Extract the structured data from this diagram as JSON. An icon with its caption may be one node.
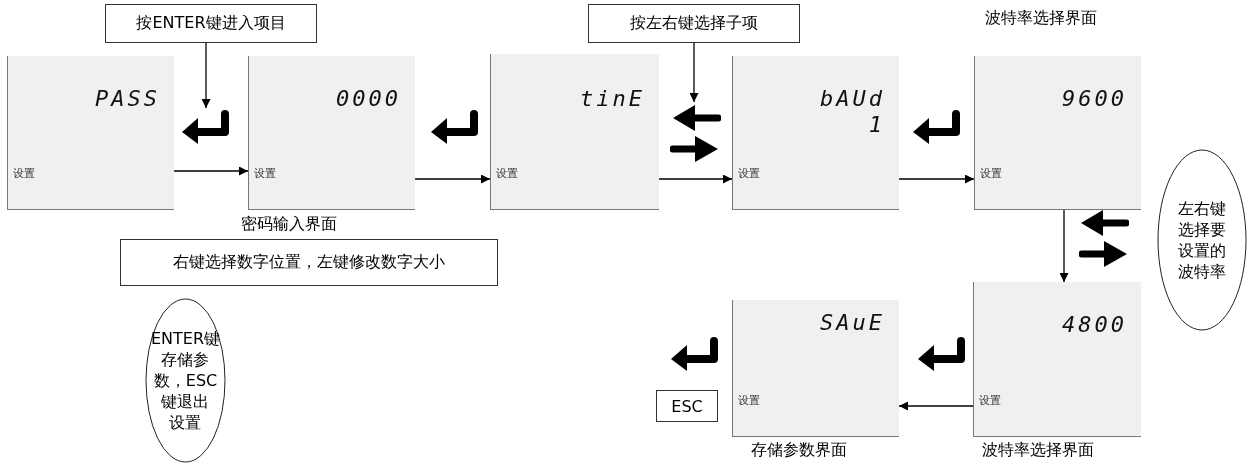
{
  "diagram": {
    "nodes": [
      {
        "text": [
          "PASS",
          "设置"
        ]
      },
      {
        "text": [
          "0000",
          "设置"
        ],
        "beside": [
          "密码输入界面"
        ]
      },
      {
        "text": [
          "tinE",
          "设置"
        ]
      },
      {
        "text": [
          "bAUd",
          "1",
          "设置"
        ]
      },
      {
        "text": [
          "9600",
          "设置"
        ],
        "beside": [
          "波特率选择界面"
        ]
      },
      {
        "text": [
          "4800",
          "设置"
        ],
        "beside": [
          "波特率选择界面"
        ]
      },
      {
        "text": [
          "SAuE",
          "设置"
        ],
        "beside": [
          "存储参数界面"
        ]
      },
      {
        "text": [
          "按ENTER键进入项目"
        ]
      },
      {
        "text": [
          "按左右键选择子项"
        ]
      },
      {
        "text": [
          "右键选择数字位置，左键修改数字大小"
        ]
      },
      {
        "text": [
          "左右键选择要设置的波特率"
        ]
      },
      {
        "text": [
          "ENTER键存储参数，ESC键退出设置"
        ]
      },
      {
        "text": [
          "ESC"
        ]
      },
      {
        "text": [],
        "shape": "icon"
      },
      {
        "text": [],
        "shape": "icon"
      }
    ],
    "edges": [
      {
        "from": 7,
        "to": 13,
        "arrow": "to"
      },
      {
        "from": 8,
        "to": 14,
        "arrow": "to"
      },
      {
        "from": 0,
        "to": 1,
        "arrow": "to"
      },
      {
        "from": 1,
        "to": 2,
        "arrow": "to"
      },
      {
        "from": 2,
        "to": 3,
        "arrow": "to"
      },
      {
        "from": 3,
        "to": 4,
        "arrow": "to"
      },
      {
        "from": 4,
        "to": 5,
        "arrow": "to"
      },
      {
        "from": 5,
        "to": 6,
        "arrow": "to"
      }
    ]
  }
}
